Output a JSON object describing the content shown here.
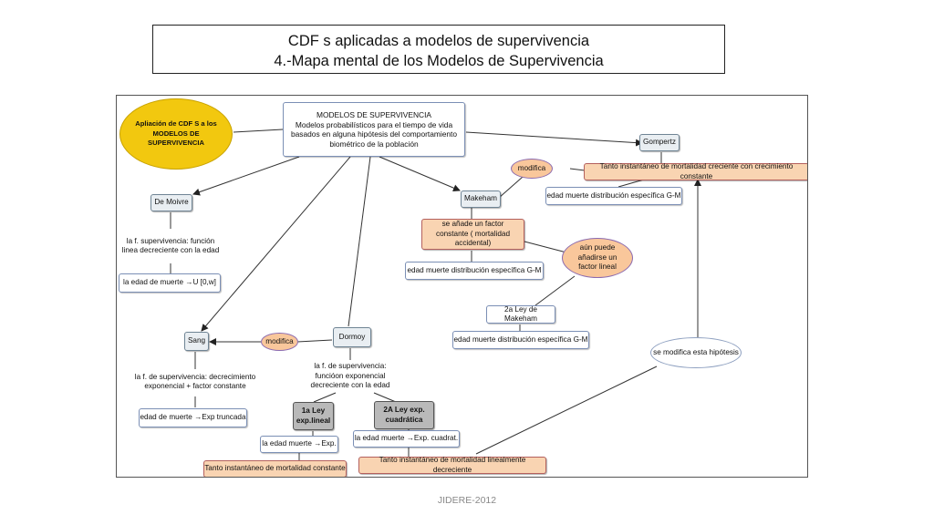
{
  "header": {
    "title_line1": "CDF s  aplicadas a modelos de supervivencia",
    "title_line2": "4.-Mapa mental de los Modelos de Supervivencia"
  },
  "map": {
    "aplicacion": "Apliación de CDF S  a los MODELOS DE SUPERVIVENCIA",
    "modelos_title": "MODELOS DE SUPERVIVENCIA",
    "modelos_desc": "Modelos probabilísticos para el tiempo de vida basados en alguna hipótesis del comportamiento biométrico de la población",
    "gompertz": "Gompertz",
    "modifica_1": "modifica",
    "tanto_creciente": "Tanto instantáneo de mortalidad creciente con crecimiento constante",
    "gm_1": "edad muerte distribución específica G-M",
    "makeham": "Makeham",
    "factor_constante": "se añade un factor constante ( mortalidad accidental)",
    "aun_puede": "aún puede añadirse un factor lineal",
    "gm_2": "edad muerte distribución específica G-M",
    "ley_makeham": "2a Ley de Makeham",
    "gm_3": "edad muerte distribución específica G-M",
    "se_modifica": "se modifica esta hipótesis",
    "de_moivre": "De Moivre",
    "moivre_desc": "la  f. supervivencia: función linea decreciente con la edad",
    "moivre_edad": "la edad de muerte →U [0,w]",
    "sang": "Sang",
    "modifica_2": "modifica",
    "dormoy": "Dormoy",
    "sang_desc": "la f. de supervivencia: decrecimiento exponencial + factor constante",
    "sang_edad": "edad de muerte →Exp truncada",
    "dormoy_desc": "la f. de supervivencia: funcióon exponencial decreciente con la edad",
    "ley1": "1a Ley exp.lineal",
    "ley2": "2A Ley exp. cuadrática",
    "edad_exp": "la edad muerte →Exp.",
    "edad_exp_cuad": "la edad muerte →Exp. cuadrat.",
    "tanto_constante": "Tanto instantáneo de mortalidad constante",
    "tanto_decreciente": "Tanto instantáneo de mortalidad linealmente decreciente"
  },
  "footer": "JIDERE-2012",
  "colors": {
    "yellow_oval": "#f2c80f",
    "orange_box": "#f9d4b2",
    "gray_box": "#e9eef2",
    "dark_box": "#b9b9b9"
  }
}
